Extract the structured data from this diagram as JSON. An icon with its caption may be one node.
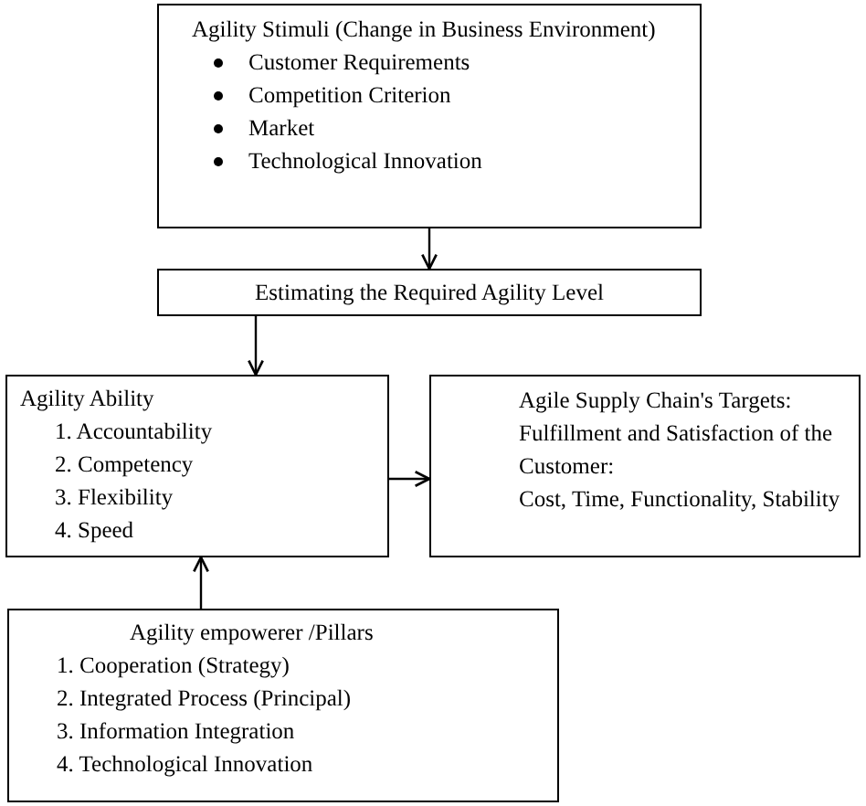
{
  "diagram": {
    "nodes": [
      {
        "text": [
          "Agility Stimuli (Change in Business Environment)",
          "Customer Requirements",
          "Competition Criterion",
          "Market",
          "Technological Innovation"
        ]
      },
      {
        "text": [
          "Estimating the Required Agility Level"
        ]
      },
      {
        "text": [
          "Agility Ability",
          "1. Accountability",
          "2. Competency",
          "3. Flexibility",
          "4. Speed"
        ]
      },
      {
        "text": [
          "Agile Supply Chain's Targets: Fulfillment and Satisfaction of the Customer:",
          "Cost, Time, Functionality, Stability"
        ]
      },
      {
        "text": [
          "Agility empowerer /Pillars",
          "1. Cooperation (Strategy)",
          "2. Integrated Process (Principal)",
          "3. Information Integration",
          "4. Technological Innovation"
        ]
      }
    ],
    "edges": [
      {
        "from": 0,
        "to": 1,
        "arrow": "to"
      },
      {
        "from": 1,
        "to": 2,
        "arrow": "to"
      },
      {
        "from": 2,
        "to": 3,
        "arrow": "to"
      },
      {
        "from": 4,
        "to": 2,
        "arrow": "to"
      }
    ]
  }
}
